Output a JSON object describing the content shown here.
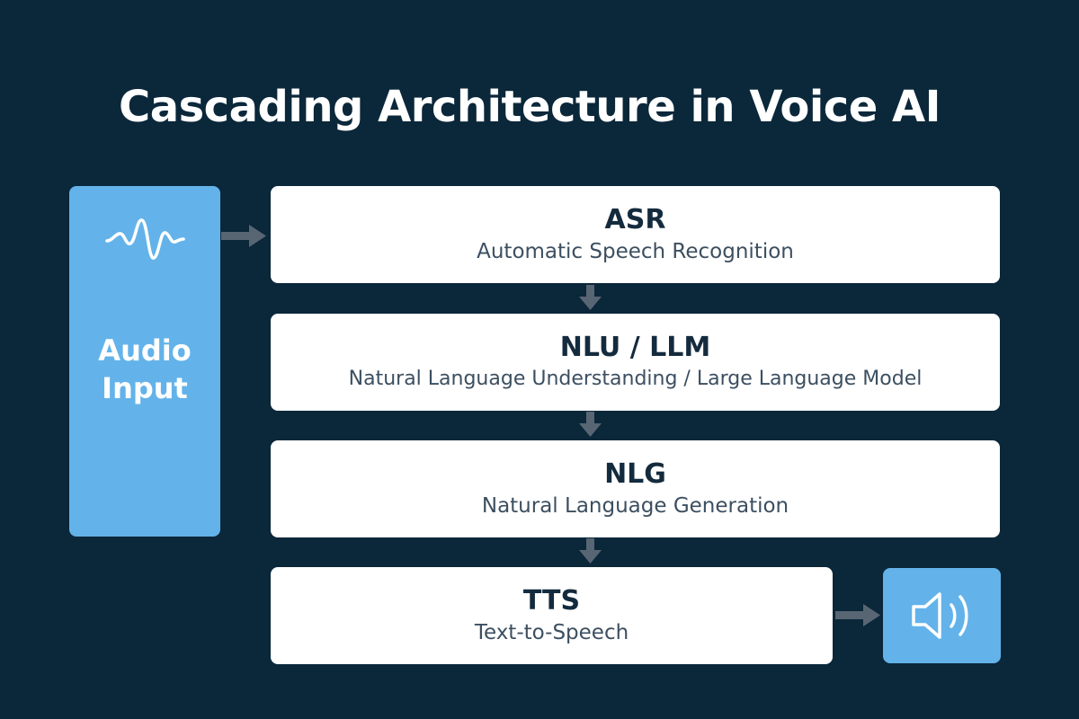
{
  "title": "Cascading Architecture in Voice AI",
  "colors": {
    "background": "#0b273a",
    "accent": "#63b3ea",
    "box": "#ffffff",
    "text_dark": "#142b3e",
    "text_desc": "#3c4f60",
    "arrow": "#586674",
    "white": "#ffffff"
  },
  "input": {
    "label": "Audio Input",
    "icon": "waveform-icon"
  },
  "stages": [
    {
      "name": "ASR",
      "description": "Automatic Speech Recognition"
    },
    {
      "name": "NLU / LLM",
      "description": "Natural Language Understanding / Large Language Model"
    },
    {
      "name": "NLG",
      "description": "Natural Language Generation"
    },
    {
      "name": "TTS",
      "description": "Text-to-Speech"
    }
  ],
  "output": {
    "icon": "speaker-icon"
  }
}
